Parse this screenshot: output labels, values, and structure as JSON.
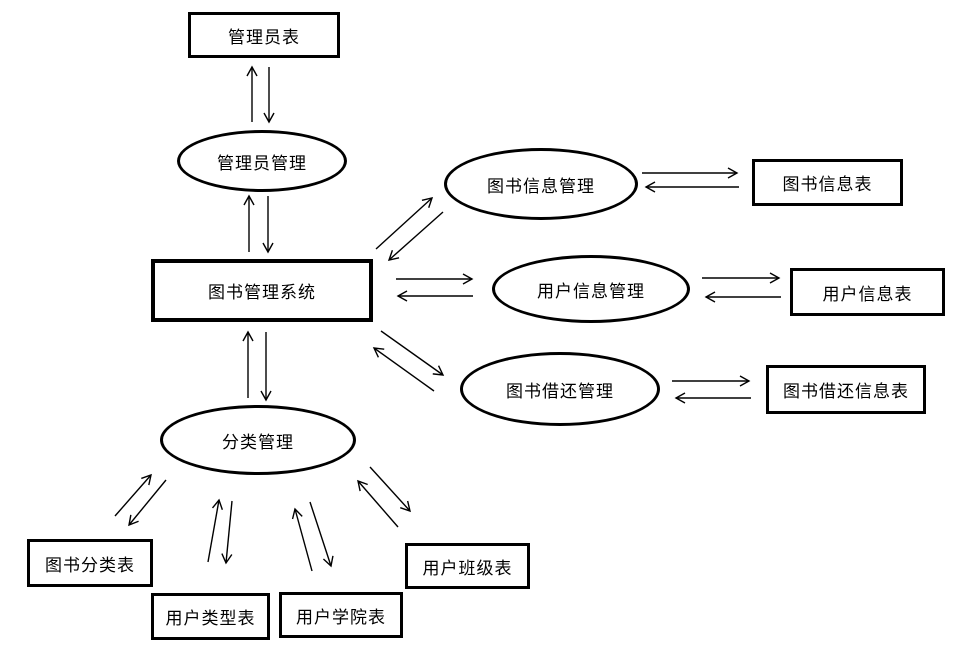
{
  "nodes": {
    "admin_table": {
      "label": "管理员表",
      "shape": "rectangle"
    },
    "admin_mgmt": {
      "label": "管理员管理",
      "shape": "ellipse"
    },
    "system": {
      "label": "图书管理系统",
      "shape": "rectangle"
    },
    "book_info_mgmt": {
      "label": "图书信息管理",
      "shape": "ellipse"
    },
    "book_info_table": {
      "label": "图书信息表",
      "shape": "rectangle"
    },
    "user_info_mgmt": {
      "label": "用户信息管理",
      "shape": "ellipse"
    },
    "user_info_table": {
      "label": "用户信息表",
      "shape": "rectangle"
    },
    "borrow_mgmt": {
      "label": "图书借还管理",
      "shape": "ellipse"
    },
    "borrow_table": {
      "label": "图书借还信息表",
      "shape": "rectangle"
    },
    "category_mgmt": {
      "label": "分类管理",
      "shape": "ellipse"
    },
    "book_category_table": {
      "label": "图书分类表",
      "shape": "rectangle"
    },
    "user_type_table": {
      "label": "用户类型表",
      "shape": "rectangle"
    },
    "user_college_table": {
      "label": "用户学院表",
      "shape": "rectangle"
    },
    "user_class_table": {
      "label": "用户班级表",
      "shape": "rectangle"
    }
  },
  "connections": [
    {
      "from": "管理员管理",
      "to": "管理员表",
      "bidirectional": true
    },
    {
      "from": "图书管理系统",
      "to": "管理员管理",
      "bidirectional": true
    },
    {
      "from": "图书管理系统",
      "to": "图书信息管理",
      "bidirectional": true
    },
    {
      "from": "图书管理系统",
      "to": "用户信息管理",
      "bidirectional": true
    },
    {
      "from": "图书管理系统",
      "to": "图书借还管理",
      "bidirectional": true
    },
    {
      "from": "图书管理系统",
      "to": "分类管理",
      "bidirectional": true
    },
    {
      "from": "图书信息管理",
      "to": "图书信息表",
      "bidirectional": true
    },
    {
      "from": "用户信息管理",
      "to": "用户信息表",
      "bidirectional": true
    },
    {
      "from": "图书借还管理",
      "to": "图书借还信息表",
      "bidirectional": true
    },
    {
      "from": "分类管理",
      "to": "图书分类表",
      "bidirectional": true
    },
    {
      "from": "分类管理",
      "to": "用户类型表",
      "bidirectional": true
    },
    {
      "from": "分类管理",
      "to": "用户学院表",
      "bidirectional": true
    },
    {
      "from": "分类管理",
      "to": "用户班级表",
      "bidirectional": true
    }
  ],
  "colors": {
    "stroke": "#000000",
    "background": "#ffffff"
  }
}
